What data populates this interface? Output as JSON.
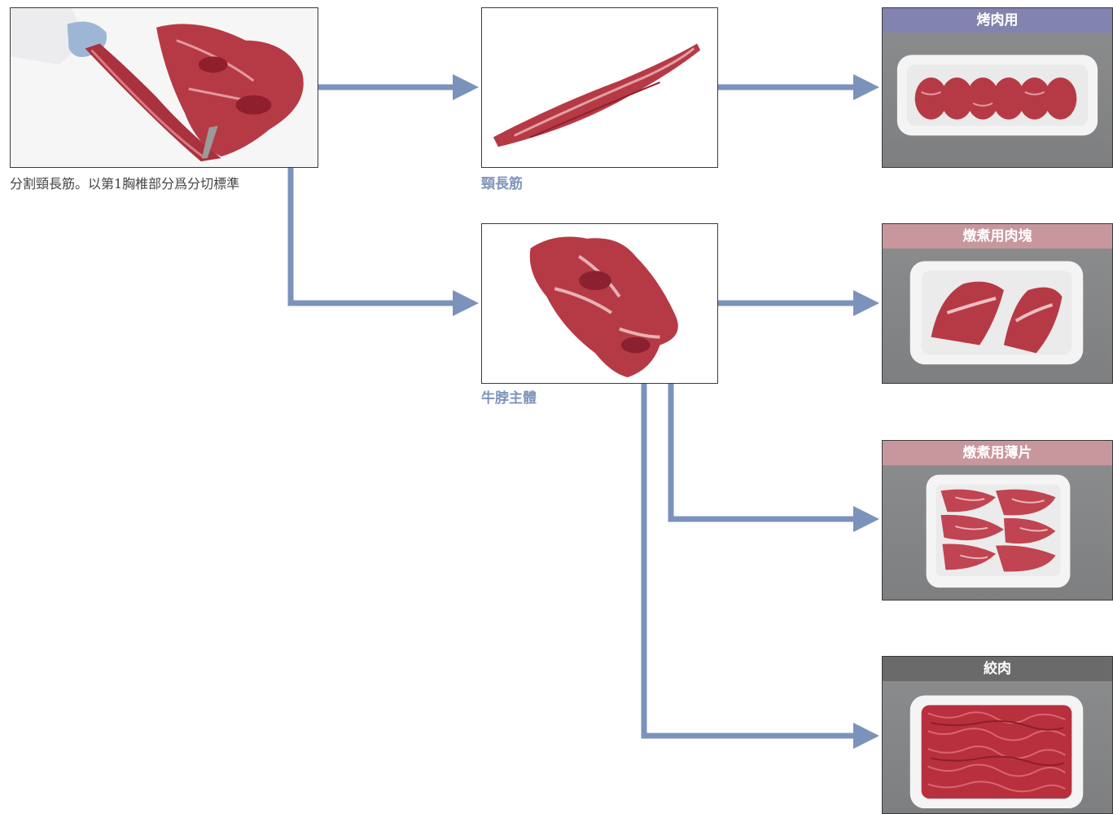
{
  "colors": {
    "arrow": "#7b93bb",
    "header_purple": "#8383b0",
    "header_pink": "#c8979e",
    "header_grey": "#6a6a6a",
    "meat": "#b63a45",
    "tray": "#f4f4f4"
  },
  "source": {
    "caption": "分割頸長筋。以第1胸椎部分爲分切標準",
    "image_icon": "whole-neck-cut-photo"
  },
  "middle": [
    {
      "caption": "頸長筋",
      "image_icon": "longus-colli-photo"
    },
    {
      "caption": "牛脖主體",
      "image_icon": "neck-main-body-photo"
    }
  ],
  "products": [
    {
      "label": "烤肉用",
      "header_color": "purple",
      "image_icon": "yakiniku-tray-photo"
    },
    {
      "label": "燉煮用肉塊",
      "header_color": "pink",
      "image_icon": "stew-chunks-tray-photo"
    },
    {
      "label": "燉煮用薄片",
      "header_color": "pink",
      "image_icon": "stew-slices-tray-photo"
    },
    {
      "label": "絞肉",
      "header_color": "grey",
      "image_icon": "ground-meat-tray-photo"
    }
  ]
}
